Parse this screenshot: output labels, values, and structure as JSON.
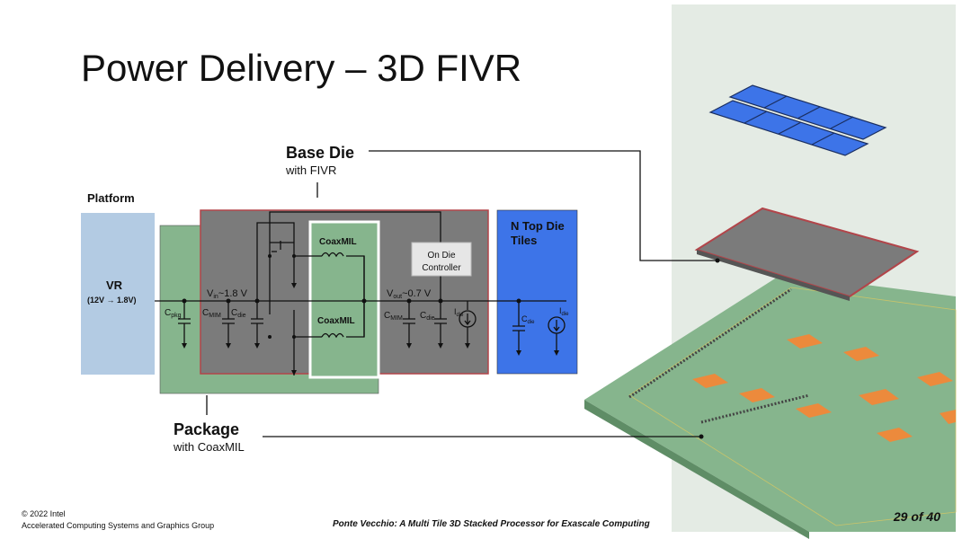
{
  "slide": {
    "title": "Power Delivery – 3D FIVR",
    "base_die": {
      "label": "Base Die",
      "sub": "with FIVR"
    },
    "package": {
      "label": "Package",
      "sub": "with CoaxMIL"
    },
    "platform": {
      "label": "Platform",
      "vr": "VR",
      "vr_range": "(12V → 1.8V)"
    },
    "top_die": {
      "label_line1": "N Top Die",
      "label_line2": "Tiles"
    },
    "controller": {
      "line1": "On Die",
      "line2": "Controller"
    },
    "coaxmil": "CoaxMIL",
    "vin": {
      "main": "V",
      "sub": "in",
      "value": "~1.8 V"
    },
    "vout": {
      "main": "V",
      "sub": "out",
      "value": "~0.7 V"
    },
    "caps": {
      "c": "C",
      "pkg": "pkg",
      "mim": "MIM",
      "die": "die",
      "i": "I"
    }
  },
  "footer": {
    "copyright": "© 2022 Intel",
    "group": "Accelerated Computing Systems and Graphics Group",
    "paper_title": "Ponte Vecchio: A Multi Tile 3D Stacked Processor for Exascale Computing",
    "page": "29 of 40"
  },
  "colors": {
    "platform": "#b3cbe3",
    "package": "#86b58d",
    "die": "#7b7b7b",
    "die_border": "#b2454a",
    "top_die": "#3d74e8"
  }
}
